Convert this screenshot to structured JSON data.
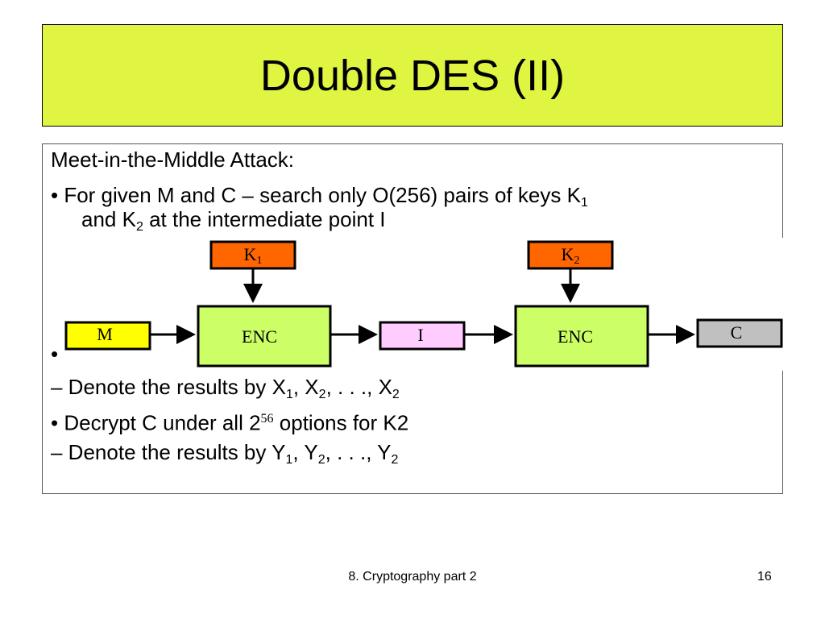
{
  "title": "Double DES (II)",
  "content": {
    "heading": "Meet-in-the-Middle Attack:",
    "bullet1": {
      "prefix": "• For given M and C – search only O(256) pairs of keys K",
      "sub1": "1",
      "cont_a": "and K",
      "sub2": "2",
      "cont_b": " at the intermediate point I"
    },
    "bullet2_glyph": "•",
    "line_x": {
      "prefix": "– Denote the results by X",
      "s1": "1",
      "mid1": ", X",
      "s2": "2",
      "mid2": ", . . ., X",
      "s3": "2"
    },
    "line_decrypt": {
      "prefix": "• Decrypt C under all 2",
      "sup": "56",
      "suffix": " options for K2"
    },
    "line_y": {
      "prefix": "– Denote the results by Y",
      "s1": "1",
      "mid1": ", Y",
      "s2": "2",
      "mid2": ", . . ., Y",
      "s3": "2"
    }
  },
  "diagram": {
    "k1": {
      "letter": "K",
      "sub": "1"
    },
    "k2": {
      "letter": "K",
      "sub": "2"
    },
    "m": "M",
    "enc1": "ENC",
    "i": "I",
    "enc2": "ENC",
    "c": "C",
    "colors": {
      "key_fill": "#ff6600",
      "m_fill": "#ffff00",
      "enc_fill": "#ccff66",
      "i_fill": "#ffccff",
      "c_fill": "#c0c0c0",
      "title_bg": "#dff542"
    }
  },
  "footer": {
    "text": "8. Cryptography part 2",
    "page": "16"
  }
}
